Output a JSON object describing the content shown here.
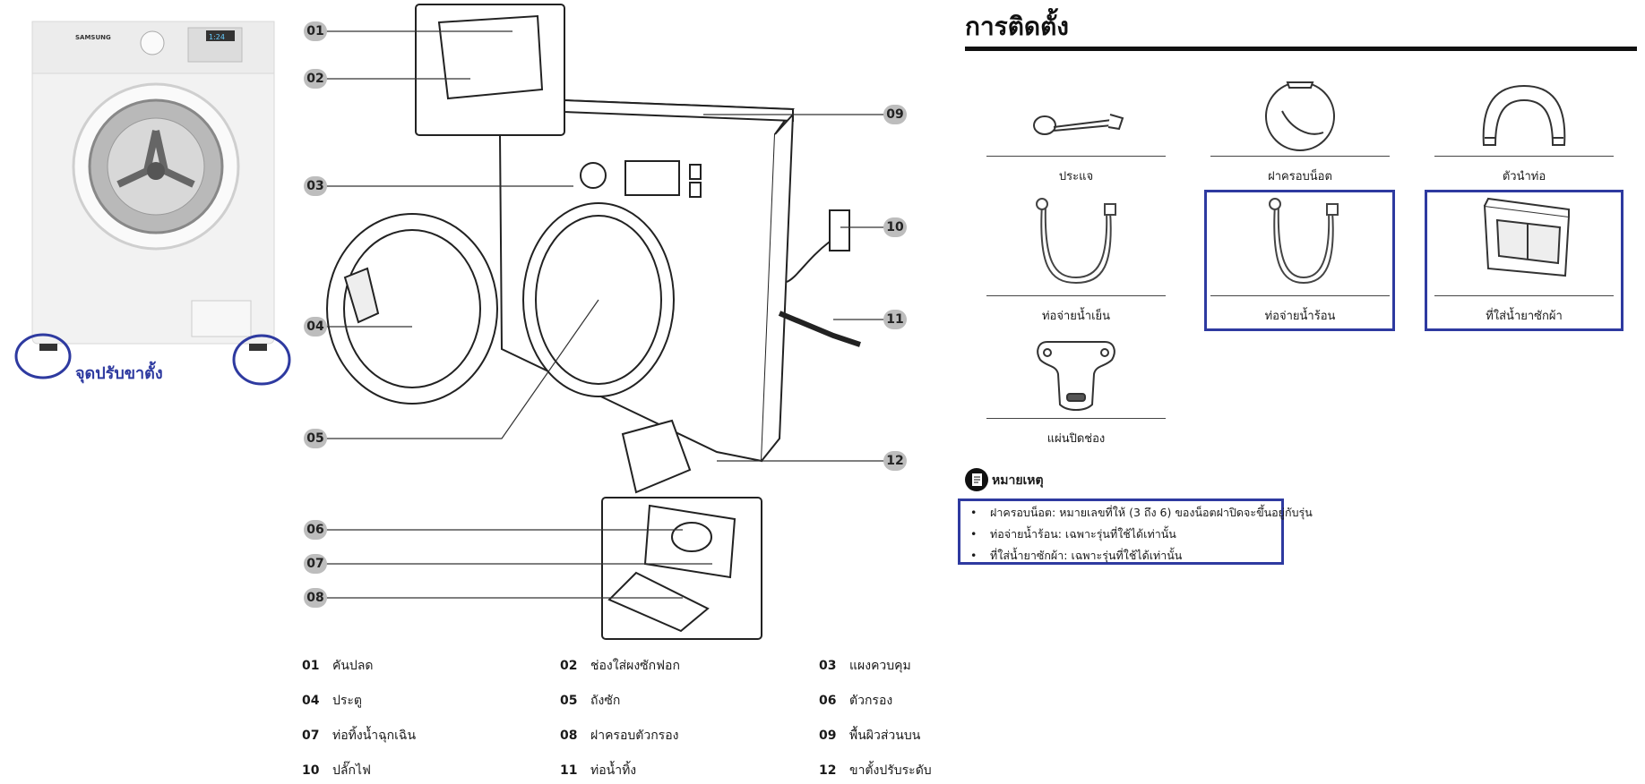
{
  "adjust_label": "จุดปรับขาตั้ง",
  "photo": {
    "brand": "SAMSUNG",
    "display": "1:24"
  },
  "callouts": [
    "01",
    "02",
    "03",
    "04",
    "05",
    "06",
    "07",
    "08",
    "09",
    "10",
    "11",
    "12"
  ],
  "parts": [
    {
      "num": "01",
      "label": "คันปลด"
    },
    {
      "num": "02",
      "label": "ช่องใส่ผงซักฟอก"
    },
    {
      "num": "03",
      "label": "แผงควบคุม"
    },
    {
      "num": "04",
      "label": "ประตู"
    },
    {
      "num": "05",
      "label": "ถังซัก"
    },
    {
      "num": "06",
      "label": "ตัวกรอง"
    },
    {
      "num": "07",
      "label": "ท่อทิ้งน้ำฉุกเฉิน"
    },
    {
      "num": "08",
      "label": "ฝาครอบตัวกรอง"
    },
    {
      "num": "09",
      "label": "พื้นผิวส่วนบน"
    },
    {
      "num": "10",
      "label": "ปลั๊กไฟ"
    },
    {
      "num": "11",
      "label": "ท่อน้ำทิ้ง"
    },
    {
      "num": "12",
      "label": "ขาตั้งปรับระดับ"
    }
  ],
  "section_title": "การติดตั้ง",
  "accessories": [
    {
      "label": "ประแจ",
      "icon": "wrench-icon"
    },
    {
      "label": "ฝาครอบน็อต",
      "icon": "bolt-cap-icon"
    },
    {
      "label": "ตัวนำท่อ",
      "icon": "hose-guide-icon"
    },
    {
      "label": "ท่อจ่ายน้ำเย็น",
      "icon": "cold-water-hose-icon"
    },
    {
      "label": "ท่อจ่ายน้ำร้อน",
      "icon": "hot-water-hose-icon"
    },
    {
      "label": "ที่ใส่น้ำยาซักผ้า",
      "icon": "detergent-drawer-icon"
    },
    {
      "label": "แผ่นปิดช่อง",
      "icon": "hole-cover-icon"
    }
  ],
  "note_title": "หมายเหตุ",
  "notes": [
    "ฝาครอบน็อต: หมายเลขที่ให้ (3 ถึง 6) ของน็อตฝาปิดจะขึ้นอยู่กับรุ่น",
    "ท่อจ่ายน้ำร้อน: เฉพาะรุ่นที่ใช้ได้เท่านั้น",
    "ที่ใส่น้ำยาซักผ้า: เฉพาะรุ่นที่ใช้ได้เท่านั้น"
  ],
  "colors": {
    "highlight": "#2e3aa0",
    "callout": "#bdbdbd"
  }
}
